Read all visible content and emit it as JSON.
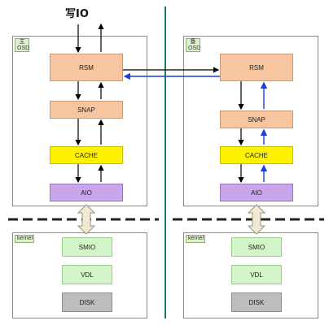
{
  "title": "写IO",
  "left_node": {
    "osd_tag_line1": "主",
    "osd_tag_line2": "OSD",
    "components": [
      "RSM",
      "SNAP",
      "CACHE",
      "AIO"
    ],
    "kernel_tag": "kernel",
    "kernel_components": [
      "SMIO",
      "VDL",
      "DISK"
    ]
  },
  "right_node": {
    "osd_tag_line1": "备",
    "osd_tag_line2": "OSD",
    "components": [
      "RSM",
      "SNAP",
      "CACHE",
      "AIO"
    ],
    "kernel_tag": "kernel",
    "kernel_components": [
      "SMIO",
      "VDL",
      "DISK"
    ]
  },
  "colors": {
    "rsm_snap": "#f7c59f",
    "cache": "#fff200",
    "aio": "#c9a5ec",
    "smio_vdl": "#d4f5c9",
    "disk": "#bdbdbd",
    "divider": "#1a7a73",
    "replica_arrow": "#1f3fd6"
  }
}
